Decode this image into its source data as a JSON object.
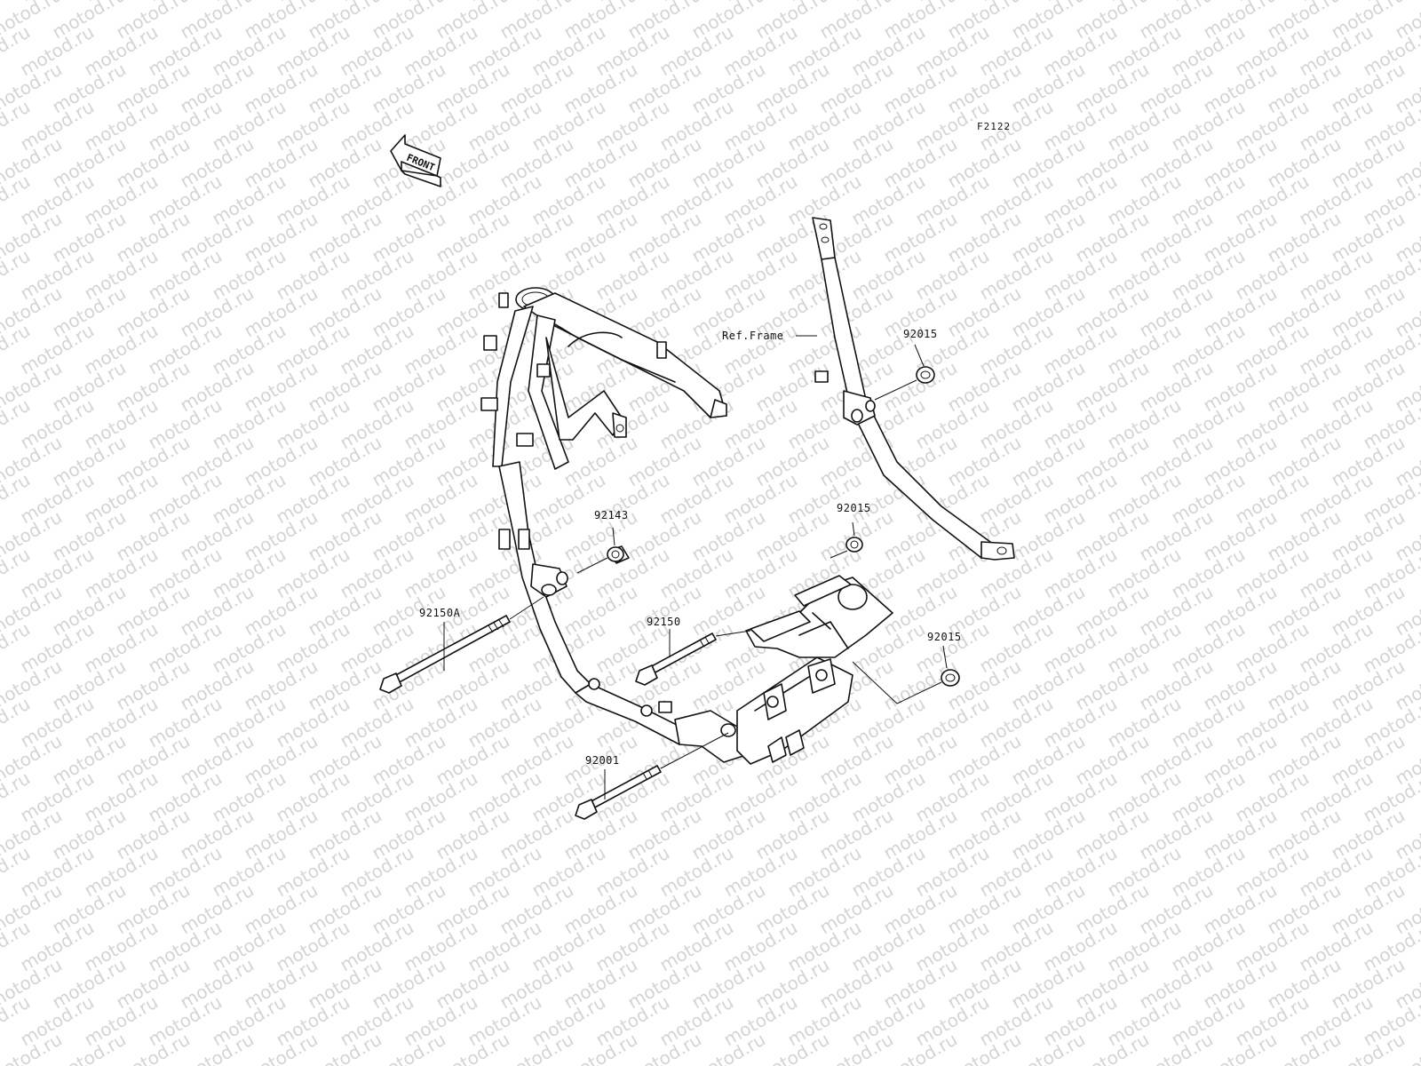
{
  "diagram_code": "F2122",
  "front_label": "FRONT",
  "watermark": "motod.ru",
  "callouts": {
    "ref_frame": "Ref.Frame",
    "nut_top": "92015",
    "nut_mid": "92015",
    "nut_low": "92015",
    "collar": "92143",
    "bolt_long": "92150A",
    "bolt_mid": "92150",
    "bolt_low": "92001"
  }
}
